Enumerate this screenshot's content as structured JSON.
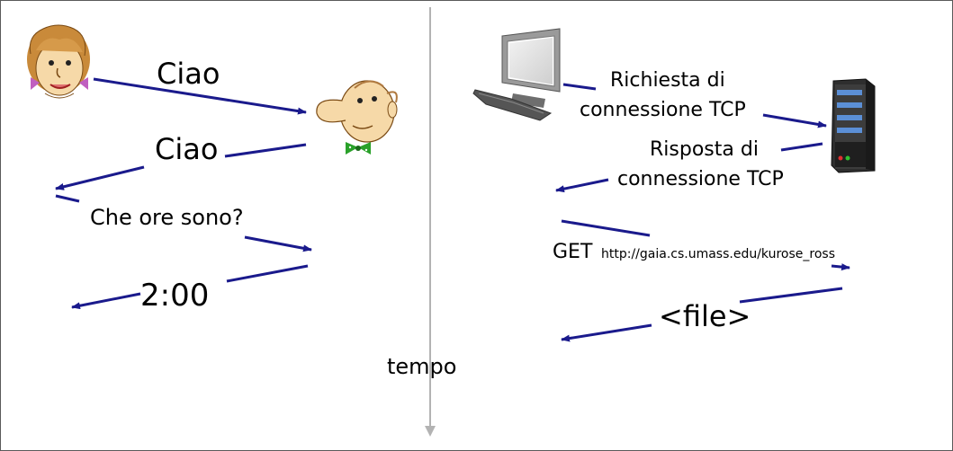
{
  "colors": {
    "arrow": "#1a1a8c",
    "timeline": "#b3b3b3",
    "frame": "#5a5a5a",
    "text": "#000000"
  },
  "human_protocol": {
    "person_a_icon": "woman-cartoon-icon",
    "person_b_icon": "man-cartoon-icon",
    "messages": [
      "Ciao",
      "Ciao",
      "Che ore sono?",
      "2:00"
    ]
  },
  "timeline": {
    "label": "tempo"
  },
  "network_protocol": {
    "client_icon": "desktop-computer-icon",
    "server_icon": "server-tower-icon",
    "messages": {
      "tcp_request_line1": "Richiesta di",
      "tcp_request_line2": "connessione TCP",
      "tcp_response_line1": "Risposta di",
      "tcp_response_line2": "connessione TCP",
      "get_method": "GET",
      "get_url": "http://gaia.cs.umass.edu/kurose_ross",
      "file": "<file>"
    }
  }
}
